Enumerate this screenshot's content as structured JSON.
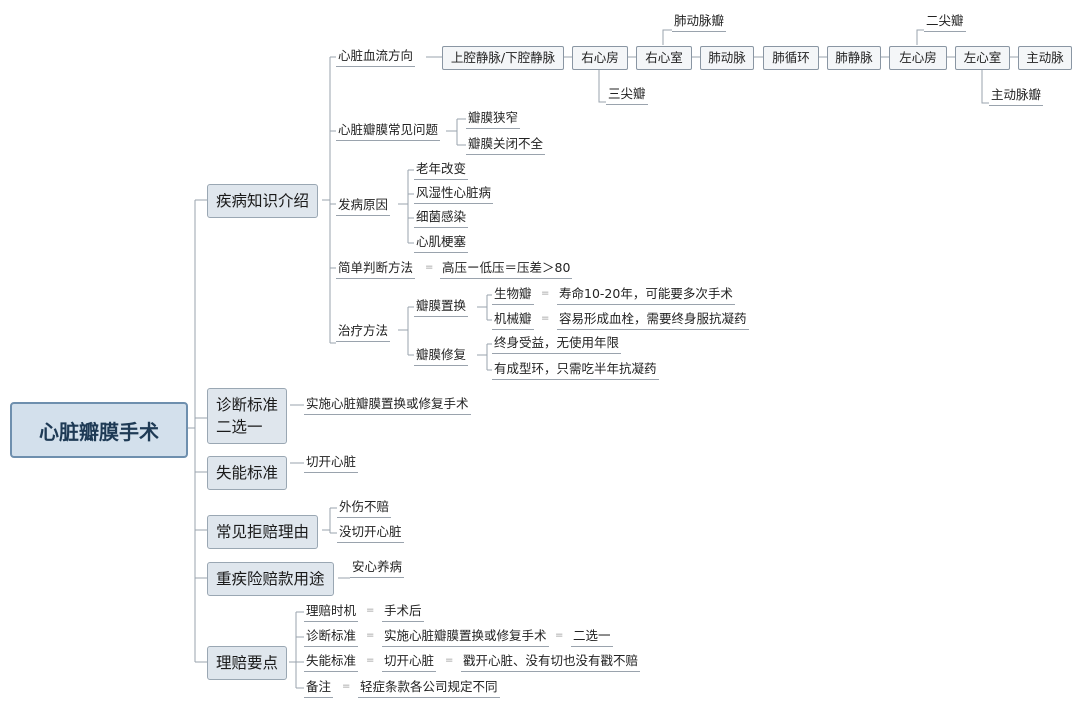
{
  "root": "心脏瓣膜手术",
  "k": {
    "title": "疾病知识介绍",
    "flow": {
      "label": "心脏血流方向",
      "chain": [
        "上腔静脉/下腔静脉",
        "右心房",
        "右心室",
        "肺动脉",
        "肺循环",
        "肺静脉",
        "左心房",
        "左心室",
        "主动脉"
      ],
      "valve_pulm": "肺动脉瓣",
      "valve_tri": "三尖瓣",
      "valve_mitral": "二尖瓣",
      "valve_aortic": "主动脉瓣"
    },
    "issues": {
      "label": "心脏瓣膜常见问题",
      "a": "瓣膜狭窄",
      "b": "瓣膜关闭不全"
    },
    "causes": {
      "label": "发病原因",
      "items": [
        "老年改变",
        "风湿性心脏病",
        "细菌感染",
        "心肌梗塞"
      ]
    },
    "judge": {
      "label": "简单判断方法",
      "value": "高压ー低压＝压差＞80"
    },
    "treat": {
      "label": "治疗方法",
      "replace": "瓣膜置换",
      "bio": "生物瓣",
      "bio_note": "寿命10-20年，可能要多次手术",
      "mech": "机械瓣",
      "mech_note": "容易形成血栓，需要终身服抗凝药",
      "repair": "瓣膜修复",
      "repair_a": "终身受益，无使用年限",
      "repair_b": "有成型环，只需吃半年抗凝药"
    }
  },
  "diag": {
    "title_1": "诊断标准",
    "title_2": "二选一",
    "value": "实施心脏瓣膜置换或修复手术"
  },
  "loss": {
    "title": "失能标准",
    "value": "切开心脏"
  },
  "reject": {
    "title": "常见拒赔理由",
    "a": "外伤不赔",
    "b": "没切开心脏"
  },
  "use": {
    "title": "重疾险赔款用途",
    "value": "安心养病"
  },
  "claim": {
    "title": "理赔要点",
    "timing_label": "理赔时机",
    "timing_value": "手术后",
    "diag_label": "诊断标准",
    "diag_value": "实施心脏瓣膜置换或修复手术",
    "diag_extra": "二选一",
    "loss_label": "失能标准",
    "loss_value": "切开心脏",
    "loss_extra": "戳开心脏、没有切也没有戳不赔",
    "note_label": "备注",
    "note_value": "轻症条款各公司规定不同"
  },
  "colors": {
    "line": "#9aa3ad",
    "root_border": "#6e8fae"
  }
}
